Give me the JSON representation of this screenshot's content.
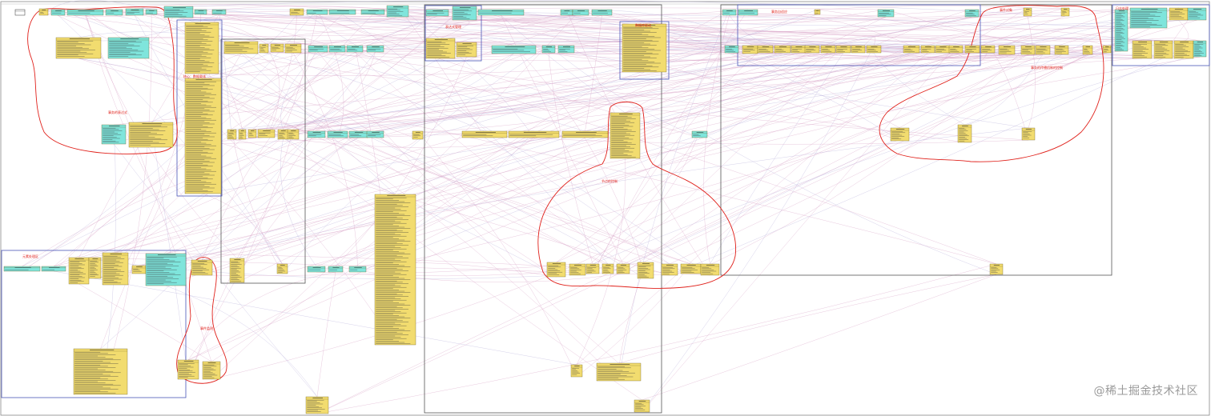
{
  "diagram": {
    "watermark": "@稀土掘金技术社区",
    "annotations": [
      "事务的表达式",
      "核心：数据载体",
      "元素处理区",
      "事件监测",
      "表达式管理",
      "数据库驱动",
      "节点的控制",
      "事务自适应",
      "事件对象",
      "事务的传播机制的控制",
      "日志处理"
    ]
  },
  "colors": {
    "class_yellow": "#f2dc6f",
    "class_cyan": "#7fe5dc",
    "package_blue": "#4a55b8",
    "annotation_red": "#e0211b",
    "relation_lines": "#d9a4c8"
  }
}
